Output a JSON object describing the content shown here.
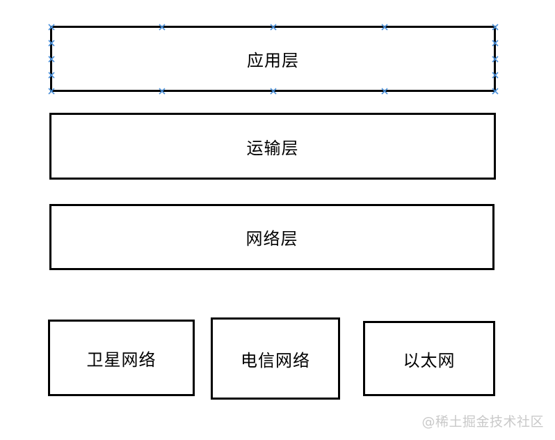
{
  "layers": {
    "application": "应用层",
    "transport": "运输层",
    "network": "网络层"
  },
  "networks": {
    "satellite": "卫星网络",
    "telecom": "电信网络",
    "ethernet": "以太网"
  },
  "selection": {
    "handle_icon": "cross-icon",
    "handle_color": "#4a90d9"
  },
  "watermark": "@稀土掘金技术社区"
}
